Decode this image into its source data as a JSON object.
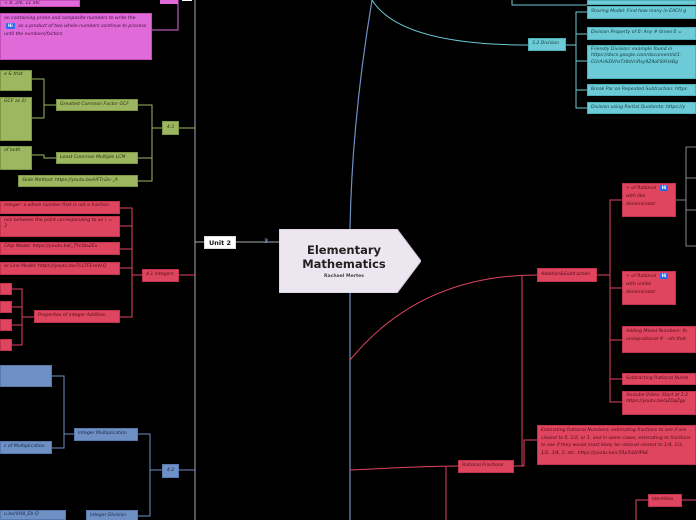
{
  "main": {
    "title_line1": "Elementary",
    "title_line2": "Mathematics",
    "author": "Rachael Mertes"
  },
  "unit2": {
    "label": "Unit 2",
    "collapsed": "3"
  },
  "left": {
    "pink": {
      "top_fragment": "+ 4, 2/6, 11 etc",
      "factor_text": "on containing prime and composite numbers to write the  as a product of two whole numbers continue to process until the numbers/factors",
      "badge": "Hi"
    },
    "olive": {
      "hub": "4.3",
      "frag1": "e & that",
      "frag2": "GCF as 2)",
      "frag3": "of both",
      "gcf": "Greatest Common Factor GCF",
      "lcm": "Least Common Multiple LCM",
      "slide": "Slide Method: https://youtu.be/HFTn2v-_A"
    },
    "red": {
      "integer_def": "integer: a whole number that is not a fraction",
      "distance_def": "nce between the point corresponding to an ) = 3",
      "chip_model": "Chip Model: https://youtu.be/_7Ycfda2Ex",
      "line_model": "er Line Model: https://youtu.be/7LLTFEreVLQ",
      "integers": "4.1 Integers",
      "properties": "Properties of integer Addition"
    },
    "blue": {
      "mult_fragment": "c of Multiplication",
      "integer_mult": "Integer Multiplication",
      "integer_div": "Integer Division",
      "bottom_fragment": "u.be/VH8_Eb-Q",
      "hub": "4.2"
    }
  },
  "right": {
    "teal": {
      "sharing": "Sharing Model: Find how many in EACH g",
      "div_prop": "Division Property of 0: Any # times 0 =",
      "friendly": "Friendly Division: example found in https://docs.google.com/document/d/1-CUrArIkDVhsTz8sVnRsy9Z4oF8XHkBg",
      "break": "Break Par on Repeated Subtraction: https",
      "partial": "Division using Partial Quotients: https://y",
      "hub": "3.2 Division"
    },
    "red": {
      "add_sub": "Addition&Subtraction",
      "rational_like": "+ of Rational  with like denominator",
      "rational_unlike": "+ of Rational  with unlike denominator",
      "mixed": "Adding Mixed Numbers: fo unnoprational # - ufs that",
      "subtracting": "Subtracting Rational Numb",
      "youtube": "Youtube Video: Start at 3:2 https://youtu.be/a2DqZgy",
      "rational_fractions": "Rational Fractions",
      "estimating": "Estimating Rational Numbers: estimating fractions to see if are closest to 0, 1/2, or 1, and in some cases, estimating to fractions to see if they would most likely be rational closest to 1/4, 1/3, 1/2, 3/4, 1, etc.    https://youtu.be/c5Rp5d2HPbE",
      "identities": "Identities",
      "badge": "Hi"
    }
  },
  "colors": {
    "background": "#000000",
    "pink": "#e06ad8",
    "olive": "#9cb75f",
    "red": "#e0455f",
    "teal": "#6ccbd6",
    "blue": "#6f90c4",
    "main": "#ece6f0"
  }
}
